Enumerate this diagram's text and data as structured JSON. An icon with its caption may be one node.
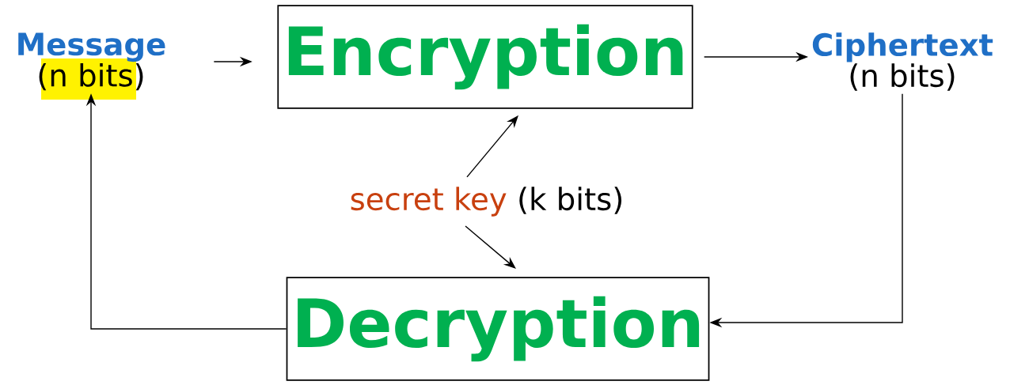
{
  "diagram": {
    "nodes": [
      {
        "text": [
          "Message",
          "(n bits)"
        ]
      },
      {
        "text": [
          "Encryption"
        ]
      },
      {
        "text": [
          "Ciphertext",
          "(n bits)"
        ]
      },
      {
        "text": [
          "secret key",
          "(k bits)"
        ]
      },
      {
        "text": [
          "Decryption"
        ]
      }
    ],
    "edges": [
      {
        "from": 0,
        "to": 1,
        "arrow": "to"
      },
      {
        "from": 1,
        "to": 2,
        "arrow": "to"
      },
      {
        "from": 3,
        "to": 1,
        "arrow": "to"
      },
      {
        "from": 3,
        "to": 4,
        "arrow": "to"
      },
      {
        "from": 2,
        "to": 4,
        "arrow": "to"
      },
      {
        "from": 4,
        "to": 0,
        "arrow": "to"
      }
    ]
  }
}
